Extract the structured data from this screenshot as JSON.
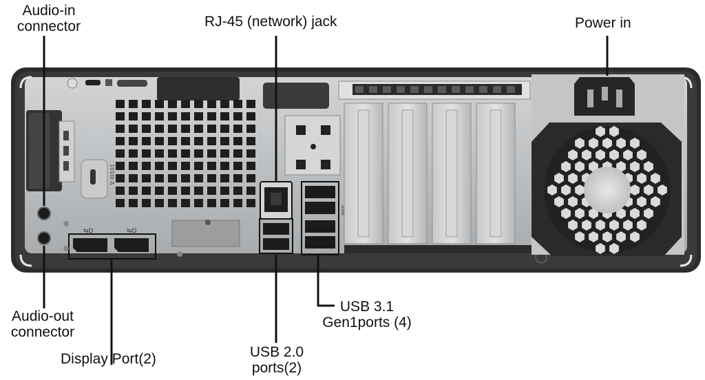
{
  "labels": {
    "audio_in_line1": "Audio-in",
    "audio_in_line2": "connector",
    "rj45": "RJ-45 (network) jack",
    "power_in": "Power in",
    "audio_out_line1": "Audio-out",
    "audio_out_line2": "connector",
    "display_port": "Display Port(2)",
    "usb20_line1": "USB 2.0",
    "usb20_line2": "ports(2)",
    "usb31_line1": "USB 3.1",
    "usb31_line2": "Gen1ports (4)"
  },
  "port_marks": {
    "lock_side": "1010I A",
    "dp_symbol": "⇆D",
    "usb_symbol": "SS⇆"
  },
  "colors": {
    "chassis_outer": "#2a2a2a",
    "chassis_panel": "#b9bbbd",
    "port_black": "#1b1b1b",
    "leader_line": "#111111",
    "text": "#111111"
  }
}
